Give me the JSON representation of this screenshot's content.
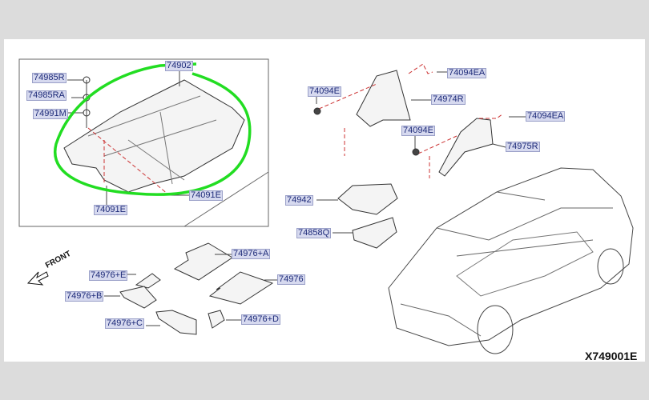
{
  "diagram": {
    "drawing_code": "X749001E",
    "direction_label": "FRONT",
    "highlight_color": "#22dd22",
    "parts": {
      "p74985R": "74985R",
      "p74985RA": "74985RA",
      "p74991M": "74991M",
      "p74902": "74902",
      "p74091E_a": "74091E",
      "p74091E_b": "74091E",
      "p74094E_a": "74094E",
      "p74094EA_a": "74094EA",
      "p74974R": "74974R",
      "p74094EA_b": "74094EA",
      "p74094E_b": "74094E",
      "p74975R": "74975R",
      "p74942": "74942",
      "p74858Q": "74858Q",
      "p74976A": "74976+A",
      "p74976E": "74976+E",
      "p74976": "74976",
      "p74976B": "74976+B",
      "p74976C": "74976+C",
      "p74976D": "74976+D"
    }
  }
}
